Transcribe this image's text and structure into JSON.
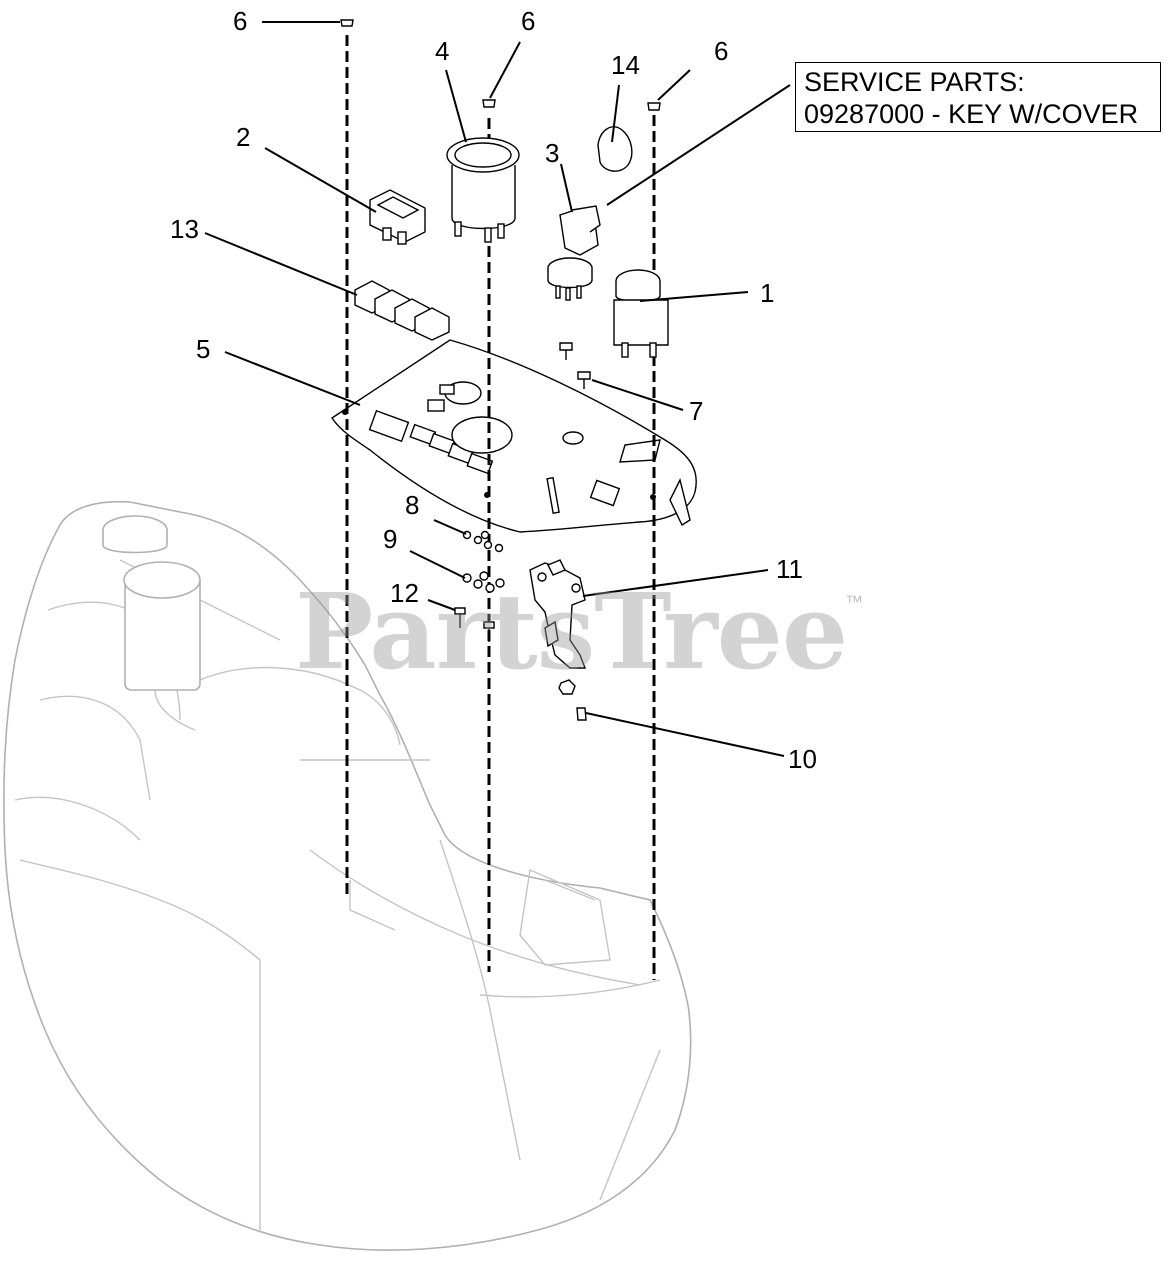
{
  "service_parts": {
    "heading": "SERVICE PARTS:",
    "line": "09287000 - KEY W/COVER"
  },
  "watermark": {
    "brand": "PartsTree",
    "trademark": "™"
  },
  "callouts": {
    "c1": "1",
    "c2": "2",
    "c3": "3",
    "c4": "4",
    "c5": "5",
    "c6a": "6",
    "c6b": "6",
    "c6c": "6",
    "c7": "7",
    "c8": "8",
    "c9": "9",
    "c10": "10",
    "c11": "11",
    "c12": "12",
    "c13": "13",
    "c14": "14"
  }
}
